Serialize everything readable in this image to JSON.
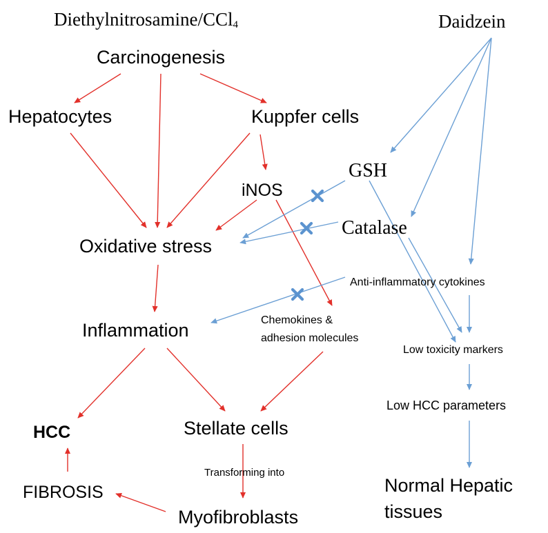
{
  "colors": {
    "stimulatory_arrow": "#e2302a",
    "protective_arrow": "#6b9fd4",
    "inhibition_mark": "#5b93cf",
    "text": "#000000",
    "background": "#ffffff"
  },
  "nodes": {
    "toxin": {
      "main": "Diethylnitrosamine/CCl",
      "sub": "4"
    },
    "daidzein": "Daidzein",
    "carcinogenesis": "Carcinogenesis",
    "hepatocytes": "Hepatocytes",
    "kupffer": "Kuppfer cells",
    "gsh": "GSH",
    "inos": "iNOS",
    "catalase": "Catalase",
    "oxidative": "Oxidative stress",
    "anti_inflammatory": "Anti-inflammatory cytokines",
    "inflammation": "Inflammation",
    "chemokines": [
      "Chemokines &",
      "adhesion molecules"
    ],
    "low_toxicity": "Low toxicity markers",
    "low_hcc": "Low HCC parameters",
    "hcc": "HCC",
    "stellate": "Stellate cells",
    "transforming": "Transforming into",
    "fibrosis": "FIBROSIS",
    "myofibroblasts": "Myofibroblasts",
    "normal": [
      "Normal Hepatic",
      "tissues"
    ]
  },
  "relations": {
    "stimulatory": [
      [
        "carcinogenesis",
        "hepatocytes"
      ],
      [
        "carcinogenesis",
        "oxidative"
      ],
      [
        "carcinogenesis",
        "kupffer"
      ],
      [
        "hepatocytes",
        "oxidative"
      ],
      [
        "kupffer",
        "oxidative"
      ],
      [
        "kupffer",
        "inos"
      ],
      [
        "inos",
        "oxidative"
      ],
      [
        "inos",
        "chemokines"
      ],
      [
        "oxidative",
        "inflammation"
      ],
      [
        "inflammation",
        "hcc"
      ],
      [
        "inflammation",
        "stellate"
      ],
      [
        "chemokines",
        "stellate"
      ],
      [
        "stellate",
        "myofibroblasts"
      ],
      [
        "myofibroblasts",
        "fibrosis"
      ],
      [
        "fibrosis",
        "hcc"
      ]
    ],
    "protective": [
      [
        "daidzein",
        "gsh"
      ],
      [
        "daidzein",
        "catalase"
      ],
      [
        "daidzein",
        "anti_inflammatory"
      ],
      [
        "gsh",
        "low_toxicity"
      ],
      [
        "catalase",
        "low_toxicity"
      ],
      [
        "anti_inflammatory",
        "low_toxicity"
      ],
      [
        "low_toxicity",
        "low_hcc"
      ],
      [
        "low_hcc",
        "normal"
      ]
    ],
    "inhibitory": [
      [
        "gsh",
        "oxidative"
      ],
      [
        "catalase",
        "oxidative"
      ],
      [
        "anti_inflammatory",
        "inflammation"
      ]
    ]
  }
}
